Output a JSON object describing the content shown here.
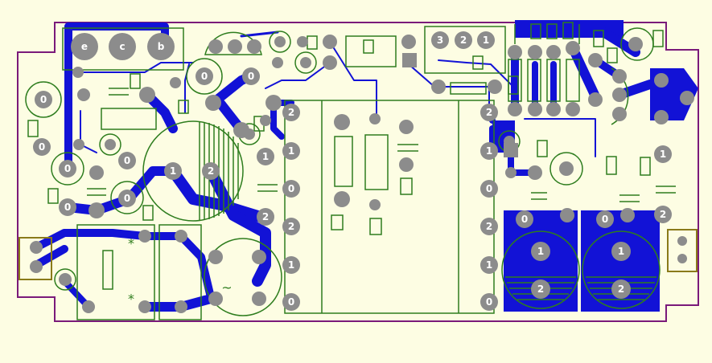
{
  "colors": {
    "background": "#fdfde3",
    "outline": "#7a1a7a",
    "copper": "#1212d6",
    "silkscreen": "#2e7d1e",
    "pad": "#8c8c8c",
    "pad_label": "#ffffff",
    "connector": "#8a7a1a"
  },
  "board": {
    "transistor_pins": [
      "e",
      "c",
      "b"
    ],
    "regulator_pins": [
      "3",
      "2",
      "1"
    ],
    "ic_left_pins": [
      "2",
      "1",
      "0",
      "2",
      "1",
      "0"
    ],
    "ic_right_pins": [
      "2",
      "1",
      "0",
      "2",
      "1",
      "0"
    ],
    "big_cap_pins": [
      "1",
      "2"
    ],
    "small_cap_pins": [
      "0",
      "0"
    ],
    "bridge_pins": [
      "1",
      "2"
    ],
    "misc_pad_labels": [
      "0",
      "0",
      "0",
      "0",
      "0",
      "0",
      "0",
      "0",
      "0",
      "1",
      "2",
      "1",
      "2",
      "0",
      "0",
      "0"
    ],
    "rectifier_symbols": [
      "*",
      "*"
    ],
    "ac_symbol": "~"
  }
}
